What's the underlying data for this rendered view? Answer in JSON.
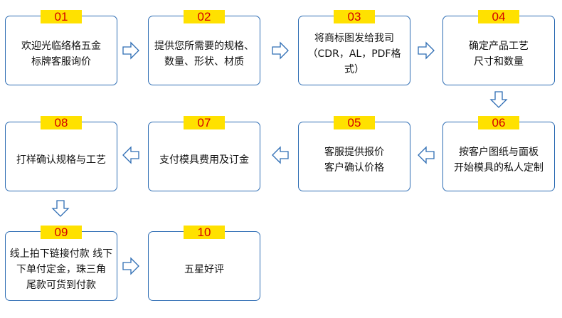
{
  "steps": [
    {
      "number": "01",
      "text": "欢迎光临络格五金\n标牌客服询价"
    },
    {
      "number": "02",
      "text": "提供您所需要的规格、\n数量、形状、材质"
    },
    {
      "number": "03",
      "text": "将商标图发给我司\n（CDR，AL，PDF格式）"
    },
    {
      "number": "04",
      "text": "确定产品工艺\n尺寸和数量"
    },
    {
      "number": "05",
      "text": "客服提供报价\n客户确认价格"
    },
    {
      "number": "06",
      "text": "按客户图纸与面板\n开始模具的私人定制"
    },
    {
      "number": "07",
      "text": "支付模具费用及订金"
    },
    {
      "number": "08",
      "text": "打样确认规格与工艺"
    },
    {
      "number": "09",
      "text": "线上拍下链接付款 线下\n下单付定金，珠三角\n尾款可货到付款"
    },
    {
      "number": "10",
      "text": "五星好评"
    }
  ],
  "colors": {
    "border": "#2e6db4",
    "badge_bg": "#ffe100",
    "badge_text": "#d40000"
  },
  "arrow_icon": "hollow-arrow-icon"
}
